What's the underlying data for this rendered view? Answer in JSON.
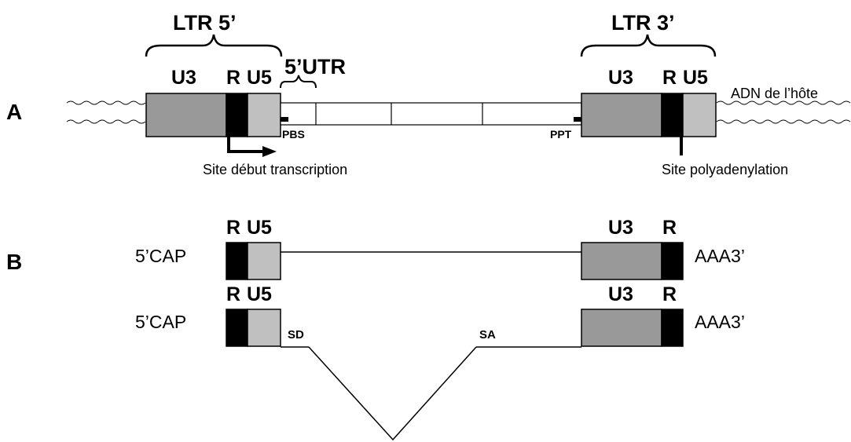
{
  "panel_a": {
    "letter": "A",
    "ltr5": "LTR 5’",
    "ltr3": "LTR 3’",
    "u3": "U3",
    "r": "R",
    "u5": "U5",
    "utr5": "5’UTR",
    "pbs": "PBS",
    "ppt": "PPT",
    "host_dna": "ADN de l’hôte",
    "transcription_start": "Site début transcription",
    "polyadenylation_site": "Site polyadenylation"
  },
  "panel_b": {
    "letter": "B",
    "cap": "5’CAP",
    "polya": "AAA3’",
    "r": "R",
    "u5": "U5",
    "u3": "U3",
    "sd": "SD",
    "sa": "SA"
  },
  "colors": {
    "u3_fill": "#999999",
    "r_fill": "#000000",
    "u5_fill": "#c0c0c0"
  }
}
